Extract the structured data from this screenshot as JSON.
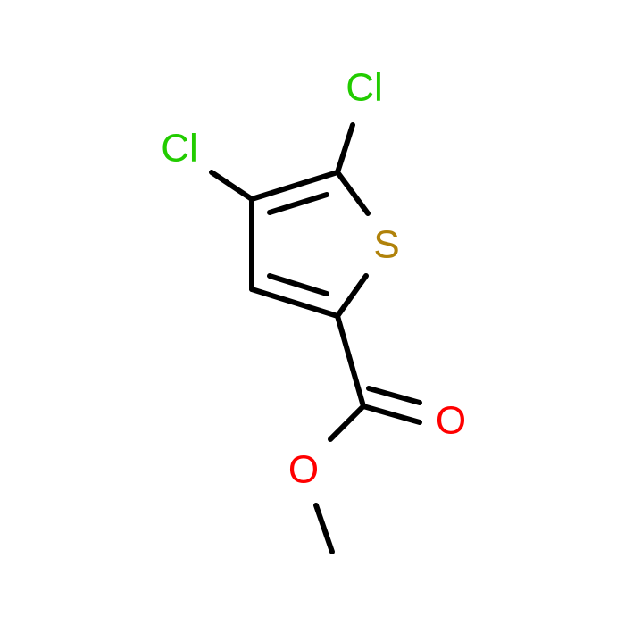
{
  "molecule": {
    "atoms": [
      {
        "id": "cl_top",
        "label": "Cl",
        "element": "Cl"
      },
      {
        "id": "cl_left",
        "label": "Cl",
        "element": "Cl"
      },
      {
        "id": "s_ring",
        "label": "S",
        "element": "S"
      },
      {
        "id": "o_carbonyl",
        "label": "O",
        "element": "O"
      },
      {
        "id": "o_ester",
        "label": "O",
        "element": "O"
      }
    ]
  },
  "colors": {
    "Cl": "#22cc00",
    "S": "#b0820a",
    "O": "#ff0000",
    "bond": "#000000"
  }
}
